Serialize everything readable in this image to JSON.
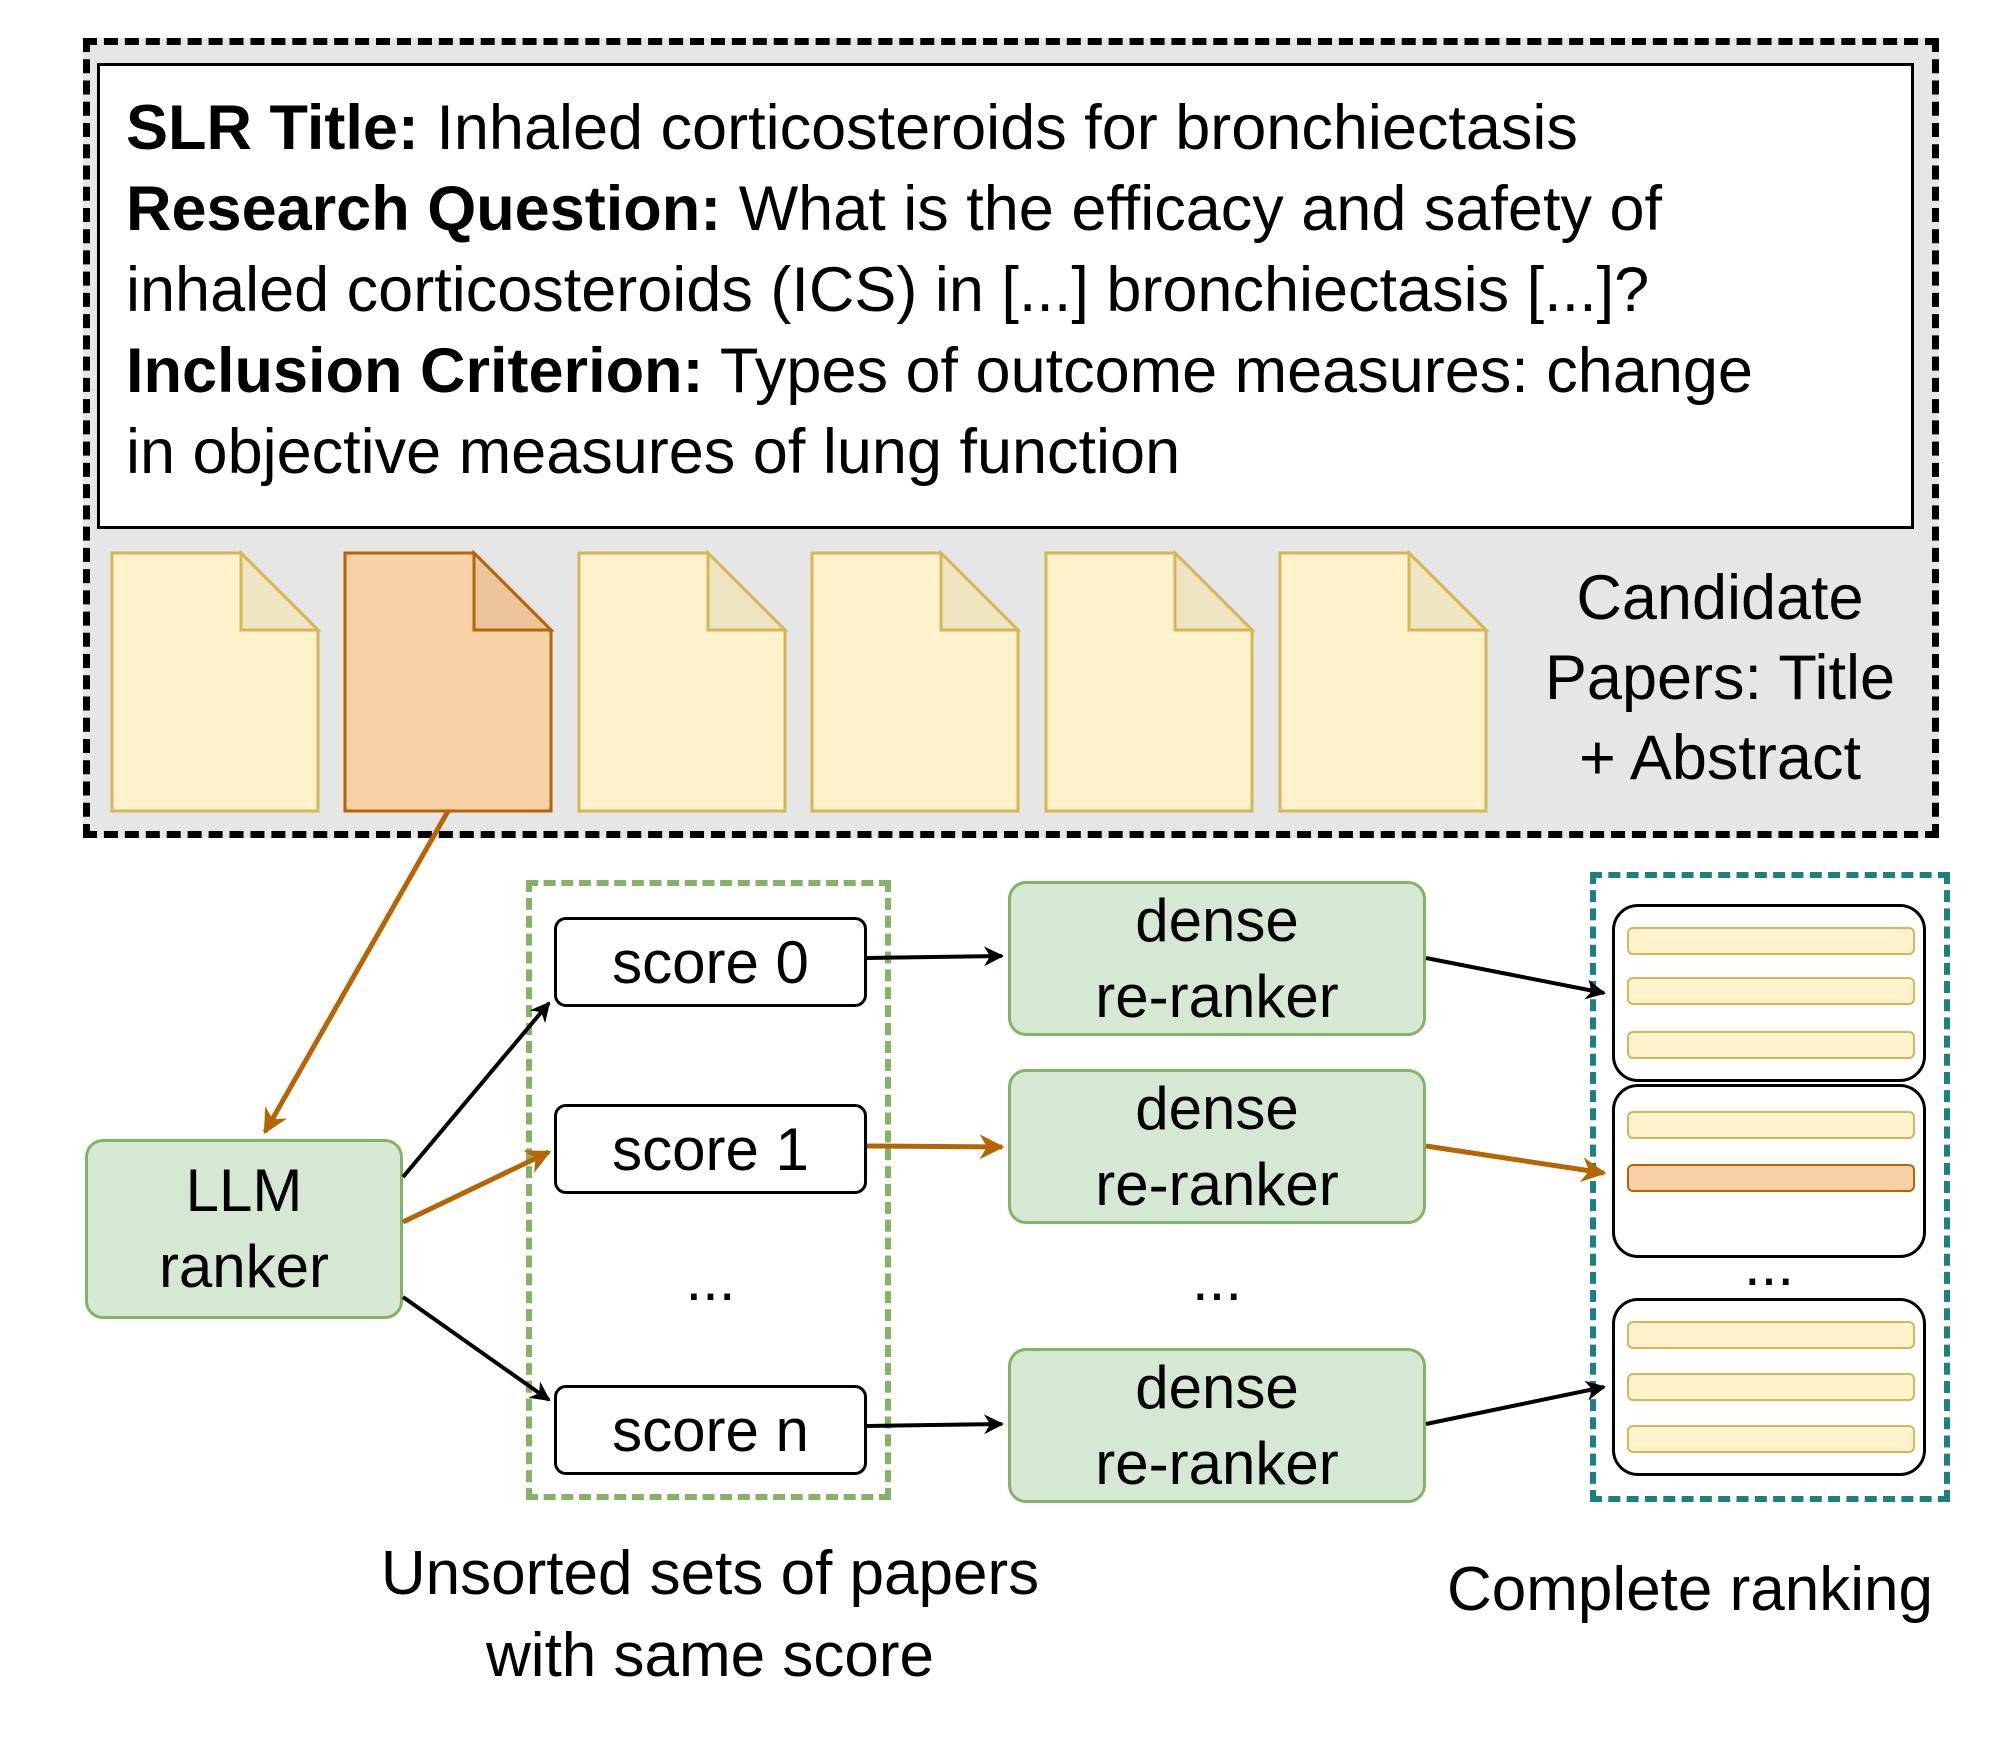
{
  "slr": {
    "title_label": "SLR Title:",
    "title_text": " Inhaled corticosteroids for bronchiectasis",
    "question_label": "Research Question:",
    "question_text_line1": " What is the efficacy and safety of",
    "question_text_line2": "inhaled corticosteroids (ICS) in [...] bronchiectasis [...]?",
    "criterion_label": "Inclusion Criterion:",
    "criterion_text_line1": " Types of outcome measures: change",
    "criterion_text_line2": "in objective measures of lung function"
  },
  "candidates": {
    "label_line1": "Candidate",
    "label_line2": "Papers: Title",
    "label_line3": "+ Abstract",
    "count": 6,
    "highlighted_index": 1
  },
  "llm_ranker": {
    "line1": "LLM",
    "line2": "ranker"
  },
  "scores": {
    "score0": "score 0",
    "score1": "score 1",
    "ellipsis": "...",
    "scoren": "score n"
  },
  "rerankers": {
    "line1": "dense",
    "line2": "re-ranker",
    "ellipsis": "..."
  },
  "ranking": {
    "ellipsis": "..."
  },
  "captions": {
    "unsorted_line1": "Unsorted sets of papers",
    "unsorted_line2": "with same score",
    "complete": "Complete ranking"
  },
  "colors": {
    "paper_fill": "#fff2cc",
    "paper_stroke": "#d6b656",
    "highlight_fill": "#f9d1a7",
    "highlight_stroke": "#b46504",
    "green_fill": "#d5e8d4",
    "green_stroke": "#82b366",
    "ranking_border": "#1b8080",
    "highlight_arrow": "#b46504"
  }
}
